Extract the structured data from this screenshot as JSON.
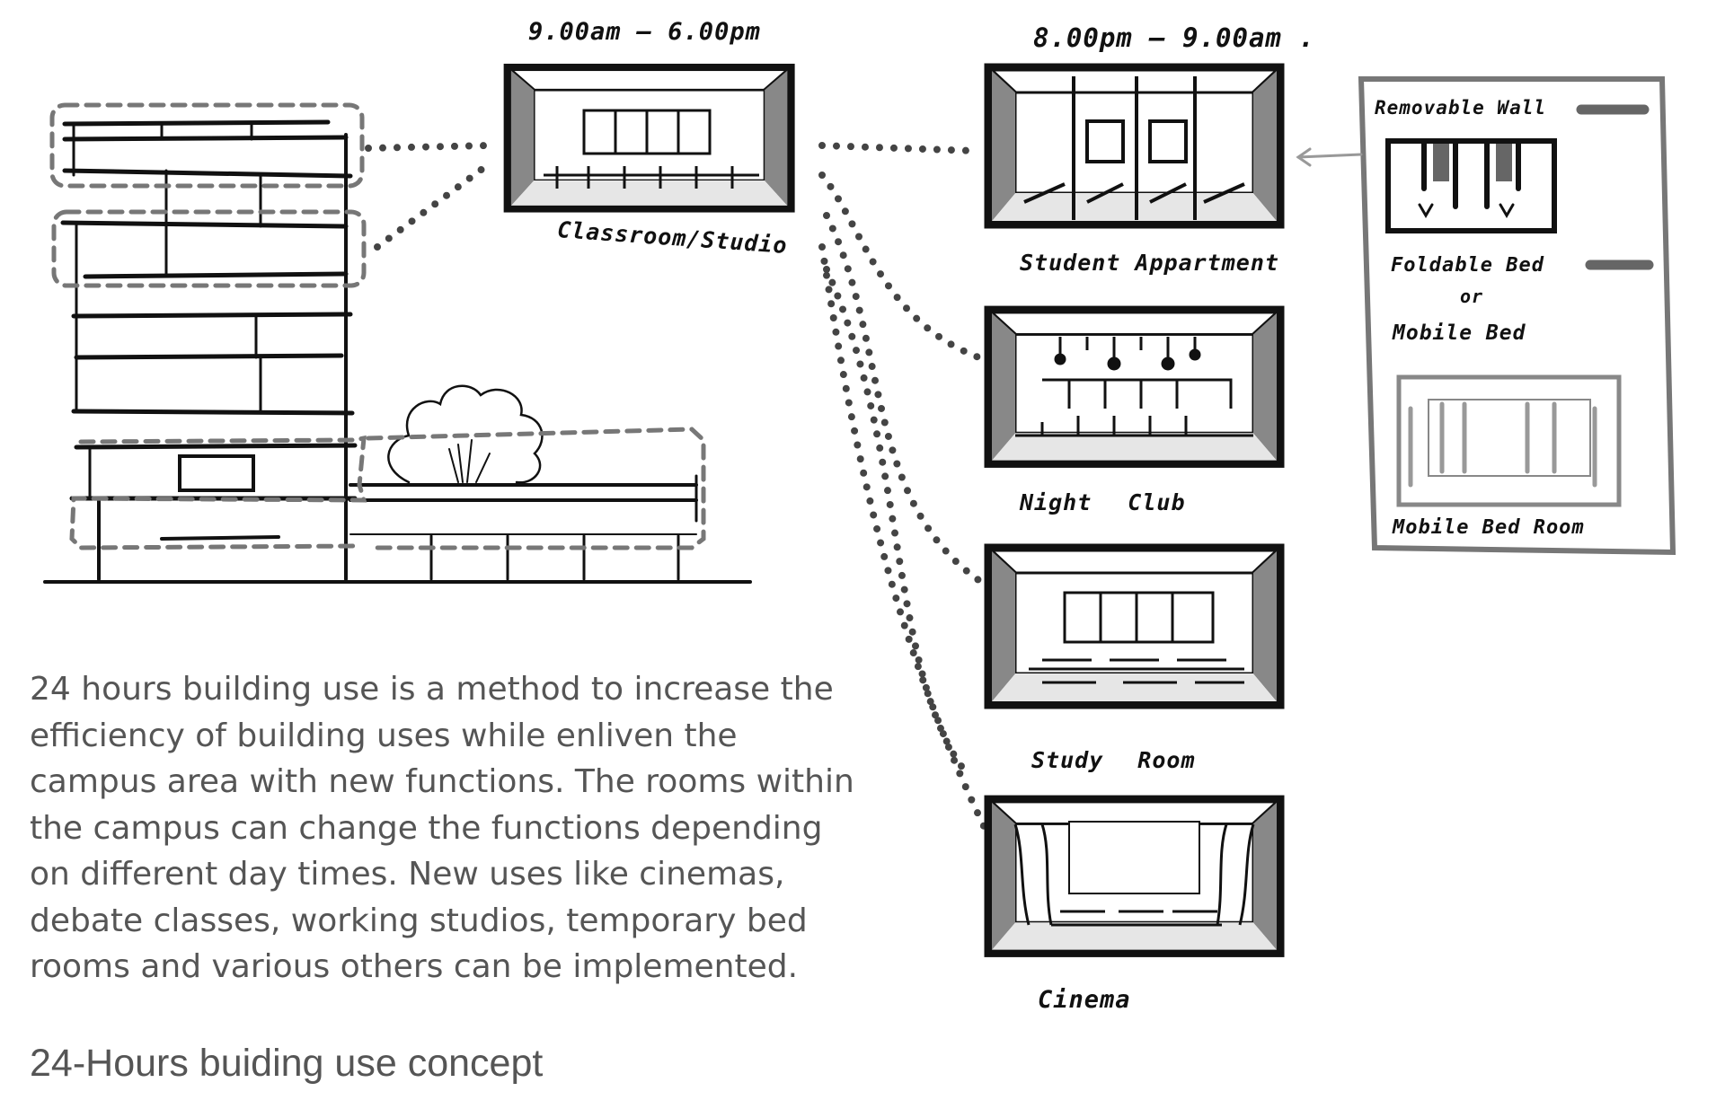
{
  "times": {
    "day": "9.00am — 6.00pm",
    "night": "8.00pm — 9.00am ."
  },
  "rooms": {
    "classroom": "Classroom/Studio",
    "student_apartment": "Student Appartment",
    "night_club": "Night Club",
    "study_room": "Study Room",
    "cinema": "Cinema"
  },
  "legend": {
    "removable_wall": "Removable Wall",
    "foldable_bed": "Foldable Bed",
    "or": "or",
    "mobile_bed": "Mobile Bed",
    "mobile_bed_room": "Mobile Bed Room"
  },
  "description": "24 hours building use is a method to increase the efficiency of building uses while enliven the campus area with new functions. The rooms within the campus can change the functions depending on different day times. New uses like cinemas, debate classes, working studios, temporary bed rooms and various others can be implemented.",
  "caption": "24-Hours buiding use concept"
}
